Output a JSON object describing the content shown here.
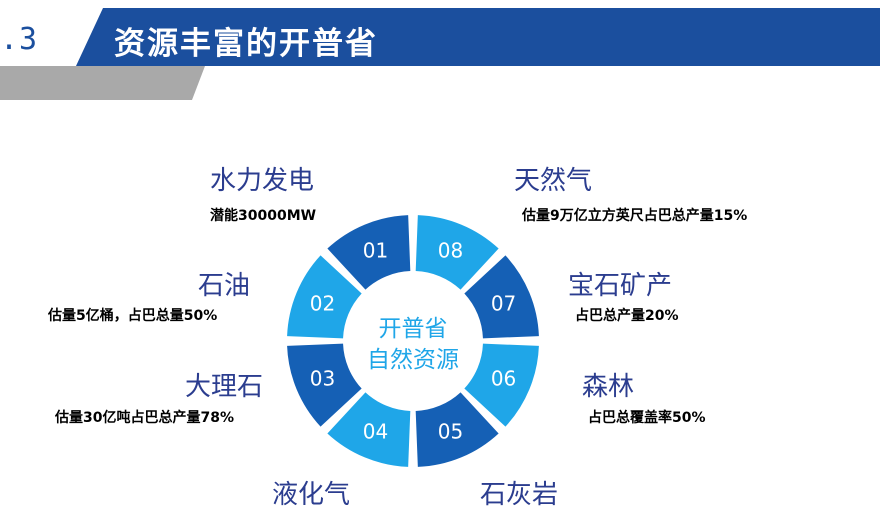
{
  "header": {
    "section_number": ".3",
    "title": "资源丰富的开普省"
  },
  "center": {
    "line1": "开普省",
    "line2": "自然资源"
  },
  "colors": {
    "dark_blue": "#1560b5",
    "light_blue": "#1fa6e8",
    "label_text": "#2b3d8f",
    "header_bar": "#1b4f9e",
    "grey_band": "#a9a9a9"
  },
  "items": [
    {
      "num": "01",
      "name": "水力发电",
      "desc": "潜能30000MW"
    },
    {
      "num": "02",
      "name": "石油",
      "desc": "估量5亿桶，占巴总量50%"
    },
    {
      "num": "03",
      "name": "大理石",
      "desc": "估量30亿吨占巴总产量78%"
    },
    {
      "num": "04",
      "name": "液化气",
      "desc": ""
    },
    {
      "num": "05",
      "name": "石灰岩",
      "desc": ""
    },
    {
      "num": "06",
      "name": "森林",
      "desc": "占巴总覆盖率50%"
    },
    {
      "num": "07",
      "name": "宝石矿产",
      "desc": "占巴总产量20%"
    },
    {
      "num": "08",
      "name": "天然气",
      "desc": "估量9万亿立方英尺占巴总产量15%"
    }
  ]
}
